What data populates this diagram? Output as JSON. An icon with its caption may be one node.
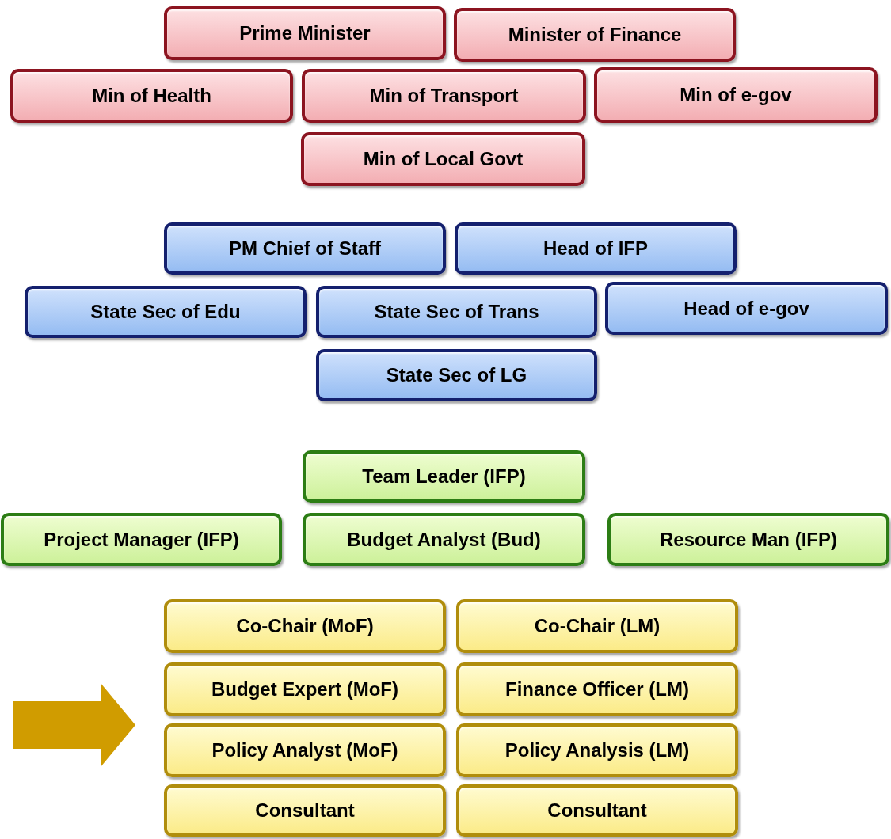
{
  "diagram": {
    "nodes": [
      {
        "text": [
          "Prime Minister"
        ]
      },
      {
        "text": [
          "Minister of Finance"
        ]
      },
      {
        "text": [
          "Min of Health"
        ]
      },
      {
        "text": [
          "Min of Transport"
        ]
      },
      {
        "text": [
          "Min of e-gov"
        ]
      },
      {
        "text": [
          "Min of Local Govt"
        ]
      },
      {
        "text": [
          "PM Chief of Staff"
        ]
      },
      {
        "text": [
          "Head of IFP"
        ]
      },
      {
        "text": [
          "State Sec of Edu"
        ]
      },
      {
        "text": [
          "State Sec of Trans"
        ]
      },
      {
        "text": [
          "Head of e-gov"
        ]
      },
      {
        "text": [
          "State Sec of LG"
        ]
      },
      {
        "text": [
          "Team Leader (IFP)"
        ]
      },
      {
        "text": [
          "Project Manager (IFP)"
        ]
      },
      {
        "text": [
          "Budget Analyst (Bud)"
        ]
      },
      {
        "text": [
          "Resource Man (IFP)"
        ]
      },
      {
        "text": [
          "Co-Chair (MoF)"
        ]
      },
      {
        "text": [
          "Co-Chair (LM)"
        ]
      },
      {
        "text": [
          "Budget Expert (MoF)"
        ]
      },
      {
        "text": [
          "Finance Officer (LM)"
        ]
      },
      {
        "text": [
          "Policy Analyst (MoF)"
        ]
      },
      {
        "text": [
          "Policy Analysis (LM)"
        ]
      },
      {
        "text": [
          "Consultant"
        ]
      },
      {
        "text": [
          "Consultant"
        ]
      }
    ],
    "edges": [
      {
        "from": null,
        "to": 20,
        "arrow": "to",
        "color": "#d09c00"
      }
    ]
  }
}
